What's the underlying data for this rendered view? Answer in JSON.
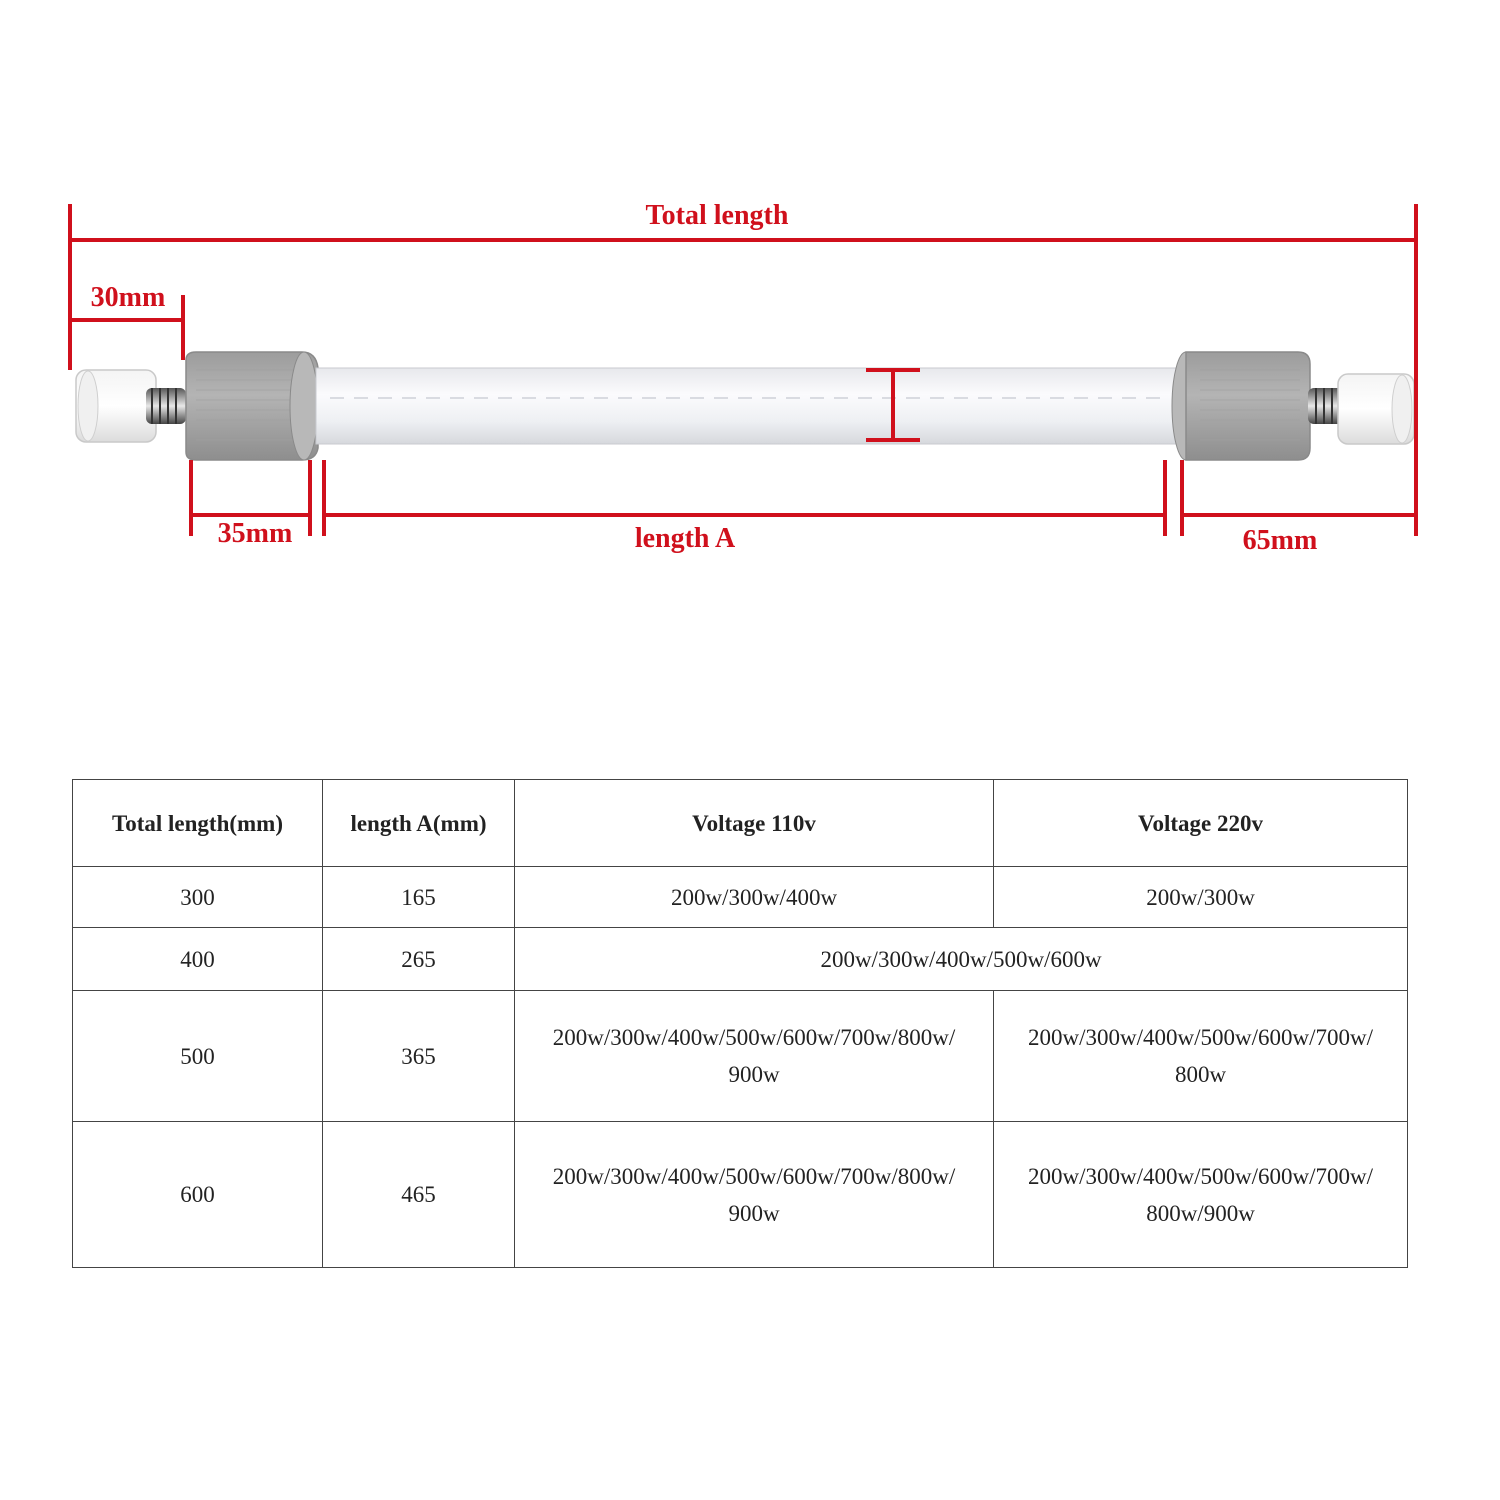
{
  "diagram": {
    "labels": {
      "total_length": "Total length",
      "left_cap": "30mm",
      "left_socket": "35mm",
      "length_a": "length A",
      "right_end": "65mm"
    },
    "colors": {
      "dimension_lines": "#d0101c",
      "tube": "#f2f3f6",
      "ceramic_collar": "#a9a9a9",
      "end_cap": "#ffffff"
    }
  },
  "table": {
    "headers": [
      "Total length(mm)",
      "length A(mm)",
      "Voltage 110v",
      "Voltage 220v"
    ],
    "rows": [
      {
        "total": "300",
        "length_a": "165",
        "v110": "200w/300w/400w",
        "v220": "200w/300w"
      },
      {
        "total": "400",
        "length_a": "265",
        "both": "200w/300w/400w/500w/600w"
      },
      {
        "total": "500",
        "length_a": "365",
        "v110": "200w/300w/400w/500w/600w/700w/800w/\n900w",
        "v220": "200w/300w/400w/500w/600w/700w/\n800w"
      },
      {
        "total": "600",
        "length_a": "465",
        "v110": "200w/300w/400w/500w/600w/700w/800w/\n900w",
        "v220": "200w/300w/400w/500w/600w/700w/\n800w/900w"
      }
    ]
  }
}
